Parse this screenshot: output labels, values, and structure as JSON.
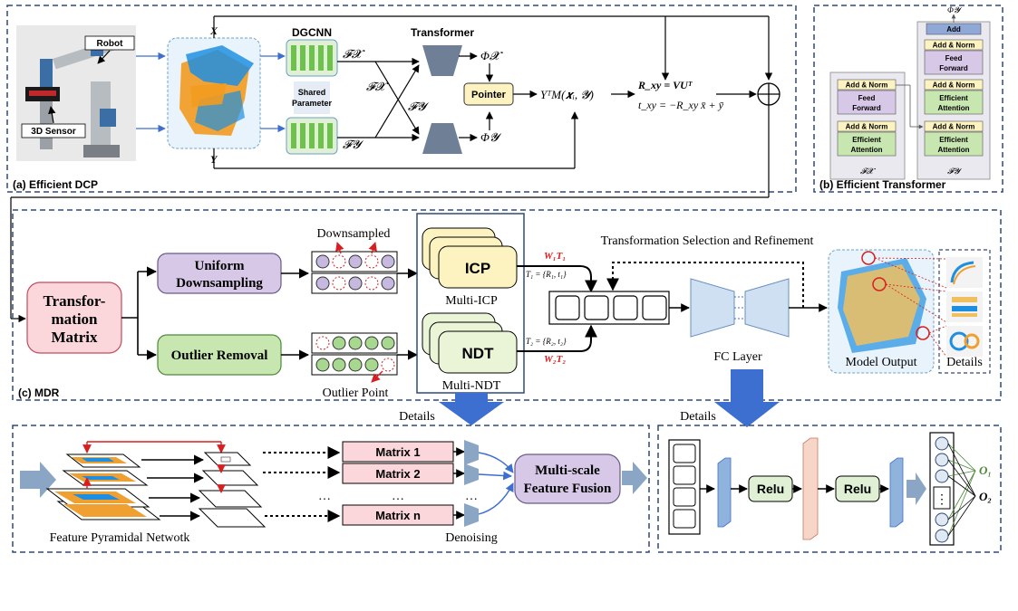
{
  "panel_a": {
    "caption": "(a) Efficient DCP",
    "robot": "Robot",
    "sensor": "3D Sensor",
    "x_label": "X",
    "y_label": "Y",
    "dgcnn": "DGCNN",
    "shared": "Shared",
    "parameter": "Parameter",
    "transformer": "Transformer",
    "fx": "𝓕𝓧",
    "fy": "𝓕𝓨",
    "phi_x": "Φ𝓧",
    "phi_y": "Φ𝓨",
    "pointer": "Pointer",
    "ytm": "YᵀM(𝒙ᵢ, 𝓨)",
    "rxy": "R_xy = VUᵀ",
    "txy": "t_xy = −R_xy x̄ + ȳ",
    "plus": "⊕"
  },
  "panel_b": {
    "caption": "(b) Efficient Transformer",
    "phi_top": "Φ𝓨",
    "add": "Add",
    "add_norm": "Add & Norm",
    "feed_forward_1": "Feed",
    "feed_forward_2": "Forward",
    "efficient_1": "Efficient",
    "efficient_2": "Attention",
    "fx": "𝓕𝓧",
    "fy": "𝓕𝓨"
  },
  "panel_c": {
    "caption": "(c) MDR",
    "tm_1": "Transfor-",
    "tm_2": "mation",
    "tm_3": "Matrix",
    "uniform_1": "Uniform",
    "uniform_2": "Downsampling",
    "outlier": "Outlier Removal",
    "downsampled": "Downsampled",
    "outlier_point": "Outlier Point",
    "icp": "ICP",
    "multi_icp": "Multi-ICP",
    "ndt": "NDT",
    "multi_ndt": "Multi-NDT",
    "w1t1": "W₁T₁",
    "w2t2": "W₂T₂",
    "t1": "T₁ = {R₁, t₁}",
    "t2": "T₂ = {R₂, t₂}",
    "tsr": "Transformation Selection and Refinement",
    "fc_layer": "FC Layer",
    "model_output": "Model Output",
    "details": "Details"
  },
  "panel_d": {
    "details": "Details",
    "fpn": "Feature Pyramidal Netwotk",
    "matrix_1": "Matrix 1",
    "matrix_2": "Matrix 2",
    "matrix_n": "Matrix n",
    "dots_v": "…",
    "denoising": "Denoising",
    "msff_1": "Multi-scale",
    "msff_2": "Feature Fusion"
  },
  "panel_e": {
    "details": "Details",
    "relu_1": "Relu",
    "relu_2": "Relu",
    "o1": "O₁",
    "o2": "O₂",
    "vdots": "⋮"
  },
  "colors": {
    "dash": "#2e4a7a",
    "green_box": "#c8e6b0",
    "purple_box": "#d8c8e8",
    "pink_box": "#fbd7dc",
    "yellow_box": "#fdf3c0",
    "blue_arrow": "#3c6fd0",
    "red": "#d81e1e"
  }
}
